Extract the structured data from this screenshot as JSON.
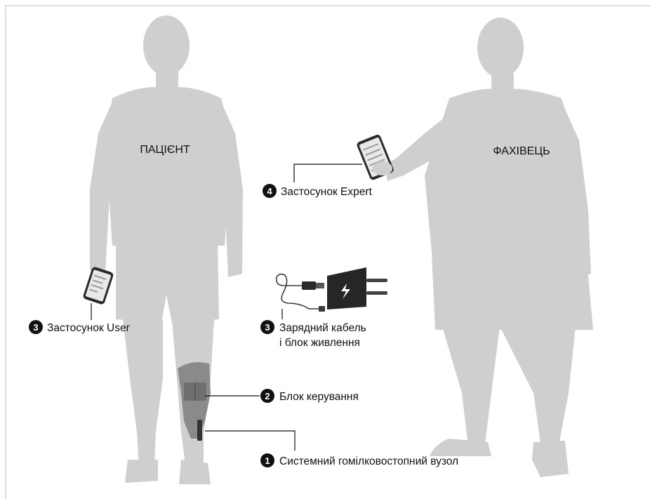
{
  "roles": {
    "patient": "ПАЦІЄНТ",
    "specialist": "ФАХІВЕЦЬ"
  },
  "callouts": {
    "expert_app": {
      "number": "4",
      "label": "Застосунок Expert"
    },
    "user_app": {
      "number": "3",
      "label": "Застосунок User"
    },
    "charger": {
      "number": "3",
      "line1": "Зарядний кабель",
      "line2": "і блок живлення"
    },
    "control_unit": {
      "number": "2",
      "label": "Блок керування"
    },
    "ankle_joint": {
      "number": "1",
      "label": "Системний гомілковостопний вузол"
    }
  },
  "colors": {
    "silhouette": "#cfcfcf",
    "badge": "#111111",
    "frame": "#dddddd"
  },
  "icons": [
    "smartphone-icon",
    "usb-cable-icon",
    "power-adapter-icon",
    "lightning-bolt-icon",
    "orthosis-icon"
  ]
}
